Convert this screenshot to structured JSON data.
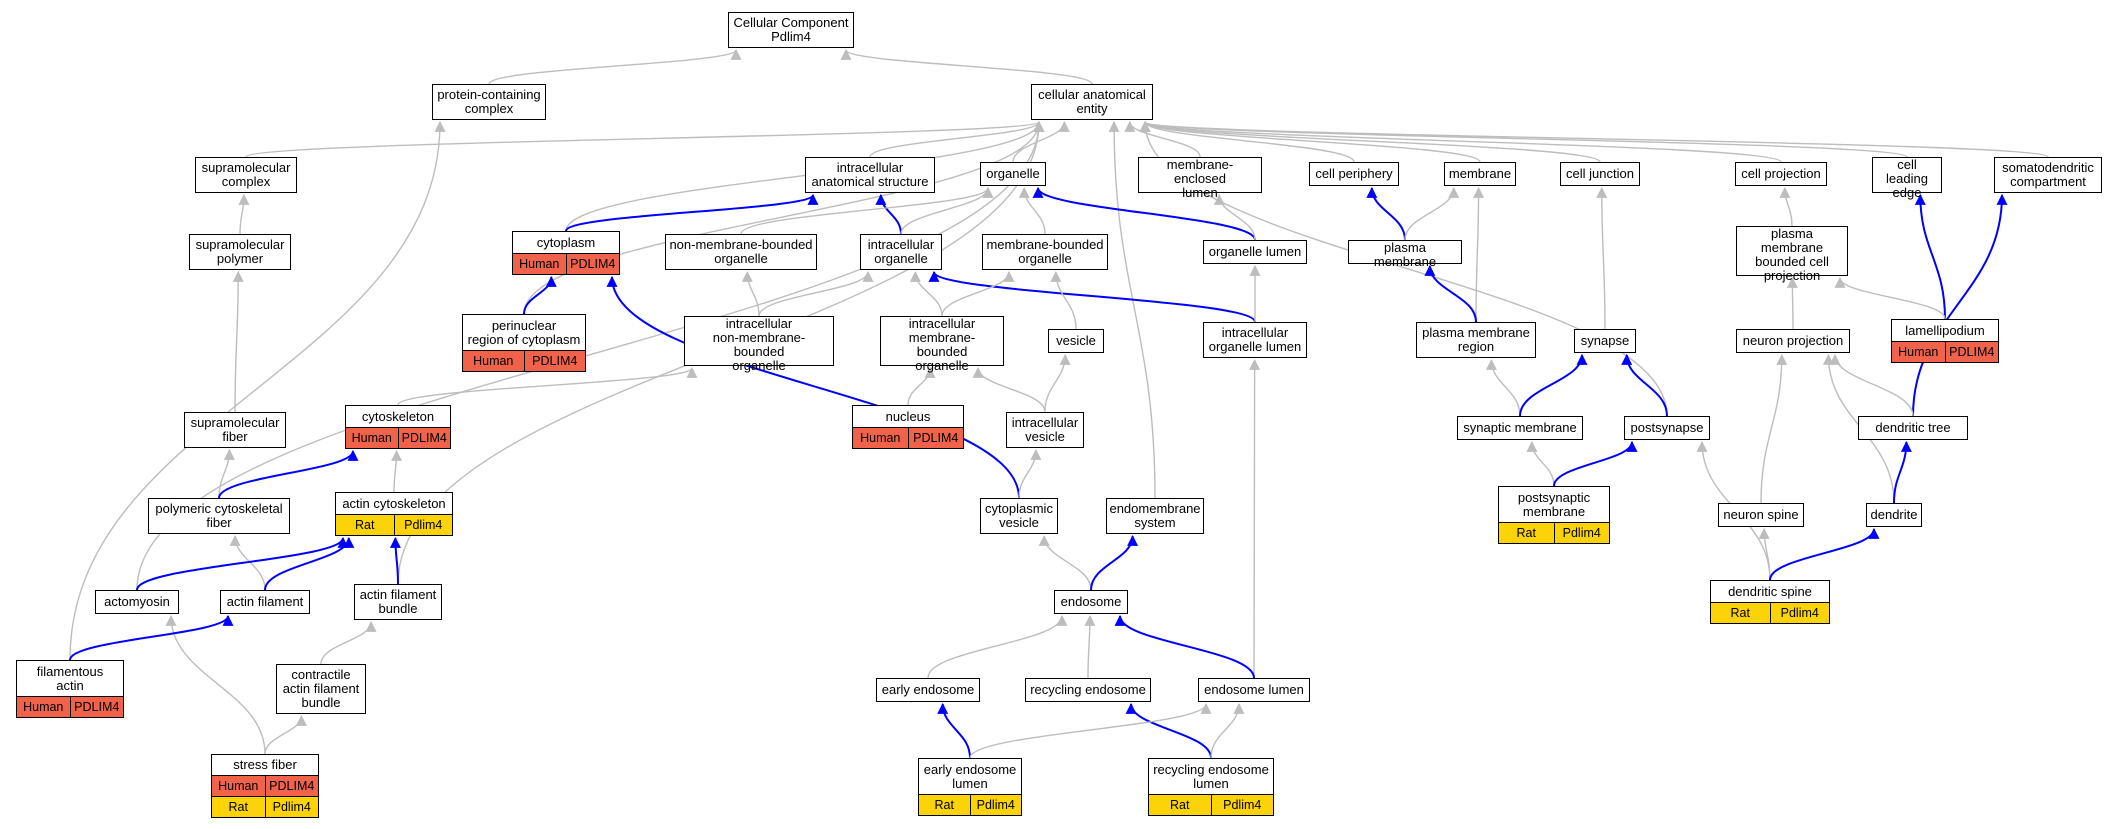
{
  "colors": {
    "gray_edge": "#bdbdbd",
    "blue_edge": "#0000ff",
    "human": "#f0634a",
    "rat": "#fbd308"
  },
  "nodes": [
    {
      "id": "root",
      "label": "Cellular Component\nPdlim4"
    },
    {
      "id": "pcc",
      "label": "protein-containing\ncomplex"
    },
    {
      "id": "cae",
      "label": "cellular anatomical\nentity"
    },
    {
      "id": "smc",
      "label": "supramolecular\ncomplex"
    },
    {
      "id": "ias",
      "label": "intracellular\nanatomical structure"
    },
    {
      "id": "org",
      "label": "organelle"
    },
    {
      "id": "mel",
      "label": "membrane-enclosed\nlumen"
    },
    {
      "id": "cper",
      "label": "cell periphery"
    },
    {
      "id": "mem",
      "label": "membrane"
    },
    {
      "id": "cj",
      "label": "cell junction"
    },
    {
      "id": "cproj",
      "label": "cell projection"
    },
    {
      "id": "cle",
      "label": "cell leading\nedge"
    },
    {
      "id": "sdc",
      "label": "somatodendritic\ncompartment"
    },
    {
      "id": "smp",
      "label": "supramolecular\npolymer"
    },
    {
      "id": "cyto",
      "label": "cytoplasm",
      "ann": [
        {
          "species": "Human",
          "gene": "PDLIM4"
        }
      ]
    },
    {
      "id": "nmbo",
      "label": "non-membrane-bounded\norganelle"
    },
    {
      "id": "io",
      "label": "intracellular\norganelle"
    },
    {
      "id": "mbo",
      "label": "membrane-bounded\norganelle"
    },
    {
      "id": "orgl",
      "label": "organelle lumen"
    },
    {
      "id": "pm",
      "label": "plasma membrane"
    },
    {
      "id": "pmbcp",
      "label": "plasma membrane\nbounded cell\nprojection"
    },
    {
      "id": "prc",
      "label": "perinuclear\nregion of cytoplasm",
      "ann": [
        {
          "species": "Human",
          "gene": "PDLIM4"
        }
      ]
    },
    {
      "id": "inmbo",
      "label": "intracellular\nnon-membrane-bounded\norganelle"
    },
    {
      "id": "imbo",
      "label": "intracellular\nmembrane-bounded\norganelle"
    },
    {
      "id": "vesicle",
      "label": "vesicle"
    },
    {
      "id": "iol",
      "label": "intracellular\norganelle lumen"
    },
    {
      "id": "pmr",
      "label": "plasma membrane\nregion"
    },
    {
      "id": "syn",
      "label": "synapse"
    },
    {
      "id": "np",
      "label": "neuron projection"
    },
    {
      "id": "lam",
      "label": "lamellipodium",
      "ann": [
        {
          "species": "Human",
          "gene": "PDLIM4"
        }
      ]
    },
    {
      "id": "smf",
      "label": "supramolecular\nfiber"
    },
    {
      "id": "csk",
      "label": "cytoskeleton",
      "ann": [
        {
          "species": "Human",
          "gene": "PDLIM4"
        }
      ]
    },
    {
      "id": "nuc",
      "label": "nucleus",
      "ann": [
        {
          "species": "Human",
          "gene": "PDLIM4"
        }
      ]
    },
    {
      "id": "iv",
      "label": "intracellular\nvesicle"
    },
    {
      "id": "synm",
      "label": "synaptic membrane"
    },
    {
      "id": "psyn",
      "label": "postsynapse"
    },
    {
      "id": "dt",
      "label": "dendritic tree"
    },
    {
      "id": "pcf",
      "label": "polymeric cytoskeletal\nfiber"
    },
    {
      "id": "acsk",
      "label": "actin cytoskeleton",
      "ann": [
        {
          "species": "Rat",
          "gene": "Pdlim4"
        }
      ]
    },
    {
      "id": "cv",
      "label": "cytoplasmic\nvesicle"
    },
    {
      "id": "ems",
      "label": "endomembrane\nsystem"
    },
    {
      "id": "psm",
      "label": "postsynaptic\nmembrane",
      "ann": [
        {
          "species": "Rat",
          "gene": "Pdlim4"
        }
      ]
    },
    {
      "id": "nsp",
      "label": "neuron spine"
    },
    {
      "id": "den",
      "label": "dendrite"
    },
    {
      "id": "actm",
      "label": "actomyosin"
    },
    {
      "id": "af",
      "label": "actin filament"
    },
    {
      "id": "afb",
      "label": "actin filament\nbundle"
    },
    {
      "id": "endo",
      "label": "endosome"
    },
    {
      "id": "ds",
      "label": "dendritic spine",
      "ann": [
        {
          "species": "Rat",
          "gene": "Pdlim4"
        }
      ]
    },
    {
      "id": "fa",
      "label": "filamentous\nactin",
      "ann": [
        {
          "species": "Human",
          "gene": "PDLIM4"
        }
      ]
    },
    {
      "id": "cafb",
      "label": "contractile\nactin filament\nbundle"
    },
    {
      "id": "ee",
      "label": "early endosome"
    },
    {
      "id": "re",
      "label": "recycling endosome"
    },
    {
      "id": "el",
      "label": "endosome lumen"
    },
    {
      "id": "sf",
      "label": "stress fiber",
      "ann": [
        {
          "species": "Human",
          "gene": "PDLIM4"
        },
        {
          "species": "Rat",
          "gene": "Pdlim4"
        }
      ]
    },
    {
      "id": "eel",
      "label": "early endosome\nlumen",
      "ann": [
        {
          "species": "Rat",
          "gene": "Pdlim4"
        }
      ]
    },
    {
      "id": "rel",
      "label": "recycling endosome\nlumen",
      "ann": [
        {
          "species": "Rat",
          "gene": "Pdlim4"
        }
      ]
    }
  ],
  "edges": [
    {
      "from": "pcc",
      "to": "root",
      "color": "gray"
    },
    {
      "from": "cae",
      "to": "root",
      "color": "gray"
    },
    {
      "from": "smc",
      "to": "cae",
      "color": "gray"
    },
    {
      "from": "ias",
      "to": "cae",
      "color": "gray"
    },
    {
      "from": "org",
      "to": "cae",
      "color": "gray"
    },
    {
      "from": "mel",
      "to": "cae",
      "color": "gray"
    },
    {
      "from": "cper",
      "to": "cae",
      "color": "gray"
    },
    {
      "from": "mem",
      "to": "cae",
      "color": "gray"
    },
    {
      "from": "cj",
      "to": "cae",
      "color": "gray"
    },
    {
      "from": "cproj",
      "to": "cae",
      "color": "gray"
    },
    {
      "from": "cle",
      "to": "cae",
      "color": "gray"
    },
    {
      "from": "sdc",
      "to": "cae",
      "color": "gray"
    },
    {
      "from": "cyto",
      "to": "cae",
      "color": "gray"
    },
    {
      "from": "prc",
      "to": "cae",
      "color": "gray"
    },
    {
      "from": "ems",
      "to": "cae",
      "color": "gray"
    },
    {
      "from": "psyn",
      "to": "cae",
      "color": "gray"
    },
    {
      "from": "actm",
      "to": "cae",
      "color": "gray"
    },
    {
      "from": "fa",
      "to": "pcc",
      "color": "gray"
    },
    {
      "from": "afb",
      "to": "cae",
      "color": "gray"
    },
    {
      "from": "smp",
      "to": "smc",
      "color": "gray"
    },
    {
      "from": "cyto",
      "to": "ias",
      "color": "blue"
    },
    {
      "from": "io",
      "to": "ias",
      "color": "blue"
    },
    {
      "from": "nmbo",
      "to": "org",
      "color": "gray"
    },
    {
      "from": "io",
      "to": "org",
      "color": "gray"
    },
    {
      "from": "mbo",
      "to": "org",
      "color": "gray"
    },
    {
      "from": "orgl",
      "to": "org",
      "color": "blue"
    },
    {
      "from": "orgl",
      "to": "mel",
      "color": "gray"
    },
    {
      "from": "pm",
      "to": "cper",
      "color": "blue"
    },
    {
      "from": "pm",
      "to": "mem",
      "color": "gray"
    },
    {
      "from": "pmr",
      "to": "mem",
      "color": "gray"
    },
    {
      "from": "syn",
      "to": "cj",
      "color": "gray"
    },
    {
      "from": "pmbcp",
      "to": "cproj",
      "color": "gray"
    },
    {
      "from": "lam",
      "to": "cle",
      "color": "blue"
    },
    {
      "from": "dt",
      "to": "sdc",
      "color": "blue"
    },
    {
      "from": "smf",
      "to": "smp",
      "color": "gray"
    },
    {
      "from": "prc",
      "to": "cyto",
      "color": "blue"
    },
    {
      "from": "cv",
      "to": "cyto",
      "color": "blue"
    },
    {
      "from": "inmbo",
      "to": "nmbo",
      "color": "gray"
    },
    {
      "from": "inmbo",
      "to": "io",
      "color": "gray"
    },
    {
      "from": "imbo",
      "to": "io",
      "color": "gray"
    },
    {
      "from": "iol",
      "to": "io",
      "color": "blue"
    },
    {
      "from": "imbo",
      "to": "mbo",
      "color": "gray"
    },
    {
      "from": "vesicle",
      "to": "mbo",
      "color": "gray"
    },
    {
      "from": "iol",
      "to": "orgl",
      "color": "gray"
    },
    {
      "from": "pmr",
      "to": "pm",
      "color": "blue"
    },
    {
      "from": "np",
      "to": "pmbcp",
      "color": "gray"
    },
    {
      "from": "lam",
      "to": "pmbcp",
      "color": "gray"
    },
    {
      "from": "csk",
      "to": "inmbo",
      "color": "gray"
    },
    {
      "from": "nuc",
      "to": "imbo",
      "color": "gray"
    },
    {
      "from": "iv",
      "to": "imbo",
      "color": "gray"
    },
    {
      "from": "iv",
      "to": "vesicle",
      "color": "gray"
    },
    {
      "from": "el",
      "to": "iol",
      "color": "gray"
    },
    {
      "from": "synm",
      "to": "pmr",
      "color": "gray"
    },
    {
      "from": "synm",
      "to": "syn",
      "color": "blue"
    },
    {
      "from": "psyn",
      "to": "syn",
      "color": "blue"
    },
    {
      "from": "dt",
      "to": "np",
      "color": "gray"
    },
    {
      "from": "nsp",
      "to": "np",
      "color": "gray"
    },
    {
      "from": "den",
      "to": "np",
      "color": "gray"
    },
    {
      "from": "pcf",
      "to": "smf",
      "color": "gray"
    },
    {
      "from": "pcf",
      "to": "csk",
      "color": "blue"
    },
    {
      "from": "acsk",
      "to": "csk",
      "color": "gray"
    },
    {
      "from": "cv",
      "to": "iv",
      "color": "gray"
    },
    {
      "from": "psm",
      "to": "synm",
      "color": "gray"
    },
    {
      "from": "psm",
      "to": "psyn",
      "color": "blue"
    },
    {
      "from": "ds",
      "to": "psyn",
      "color": "gray"
    },
    {
      "from": "den",
      "to": "dt",
      "color": "blue"
    },
    {
      "from": "af",
      "to": "pcf",
      "color": "gray"
    },
    {
      "from": "actm",
      "to": "acsk",
      "color": "blue"
    },
    {
      "from": "af",
      "to": "acsk",
      "color": "blue"
    },
    {
      "from": "afb",
      "to": "acsk",
      "color": "blue"
    },
    {
      "from": "endo",
      "to": "cv",
      "color": "gray"
    },
    {
      "from": "endo",
      "to": "ems",
      "color": "blue"
    },
    {
      "from": "ds",
      "to": "nsp",
      "color": "gray"
    },
    {
      "from": "ds",
      "to": "den",
      "color": "blue"
    },
    {
      "from": "sf",
      "to": "actm",
      "color": "gray"
    },
    {
      "from": "fa",
      "to": "af",
      "color": "blue"
    },
    {
      "from": "cafb",
      "to": "afb",
      "color": "gray"
    },
    {
      "from": "ee",
      "to": "endo",
      "color": "gray"
    },
    {
      "from": "re",
      "to": "endo",
      "color": "gray"
    },
    {
      "from": "el",
      "to": "endo",
      "color": "blue"
    },
    {
      "from": "sf",
      "to": "cafb",
      "color": "gray"
    },
    {
      "from": "eel",
      "to": "ee",
      "color": "blue"
    },
    {
      "from": "rel",
      "to": "re",
      "color": "blue"
    },
    {
      "from": "eel",
      "to": "el",
      "color": "gray"
    },
    {
      "from": "rel",
      "to": "el",
      "color": "gray"
    }
  ]
}
